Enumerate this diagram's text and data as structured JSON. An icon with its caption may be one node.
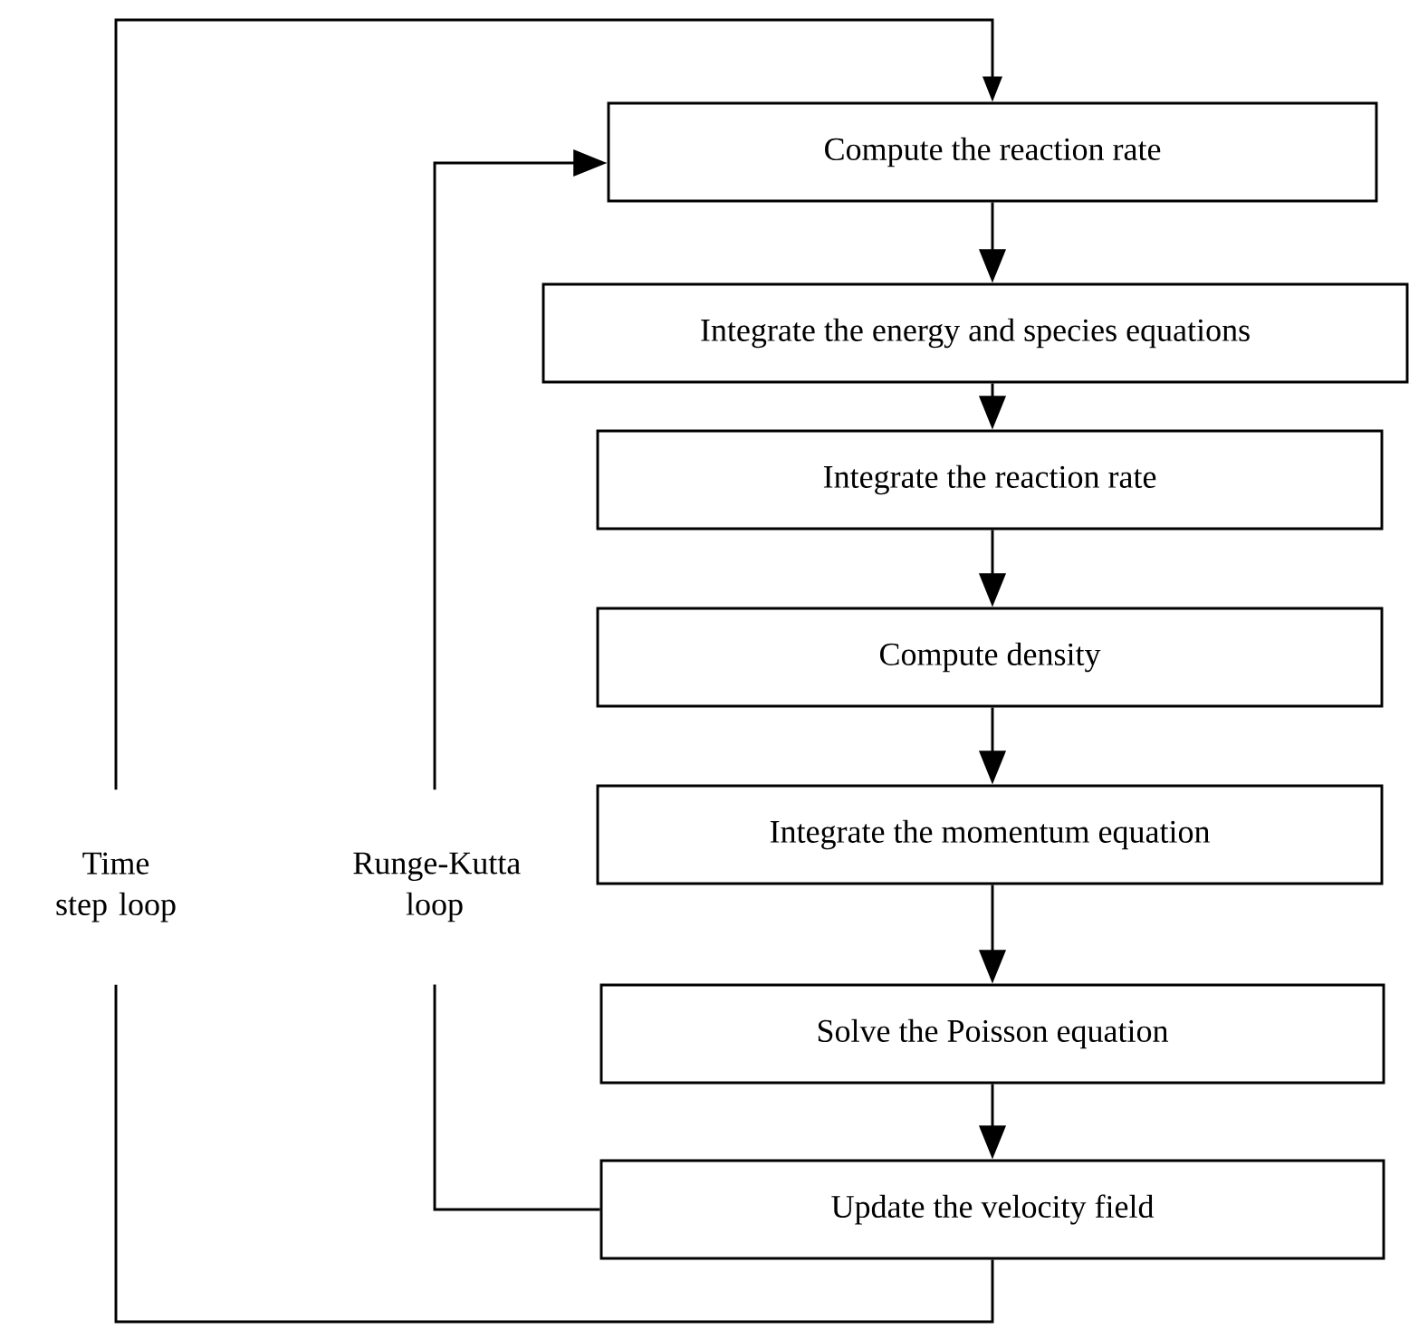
{
  "diagram": {
    "nodes": [
      {
        "text": [
          "Compute the reaction rate"
        ]
      },
      {
        "text": [
          "Integrate the energy and species equations"
        ]
      },
      {
        "text": [
          "Integrate the reaction rate"
        ]
      },
      {
        "text": [
          "Compute density"
        ]
      },
      {
        "text": [
          "Integrate the momentum equation"
        ]
      },
      {
        "text": [
          "Solve the Poisson equation"
        ]
      },
      {
        "text": [
          "Update the velocity field"
        ]
      }
    ],
    "edges": [
      {
        "from": 0,
        "to": 1,
        "arrow": "to"
      },
      {
        "from": 1,
        "to": 2,
        "arrow": "to"
      },
      {
        "from": 2,
        "to": 3,
        "arrow": "to"
      },
      {
        "from": 3,
        "to": 4,
        "arrow": "to"
      },
      {
        "from": 4,
        "to": 5,
        "arrow": "to"
      },
      {
        "from": 5,
        "to": 6,
        "arrow": "to"
      },
      {
        "from": 6,
        "to": 0,
        "arrow": "to",
        "label": "Runge-Kutta loop"
      },
      {
        "from": 6,
        "to": 0,
        "arrow": "to",
        "label": "Time step loop"
      }
    ]
  }
}
